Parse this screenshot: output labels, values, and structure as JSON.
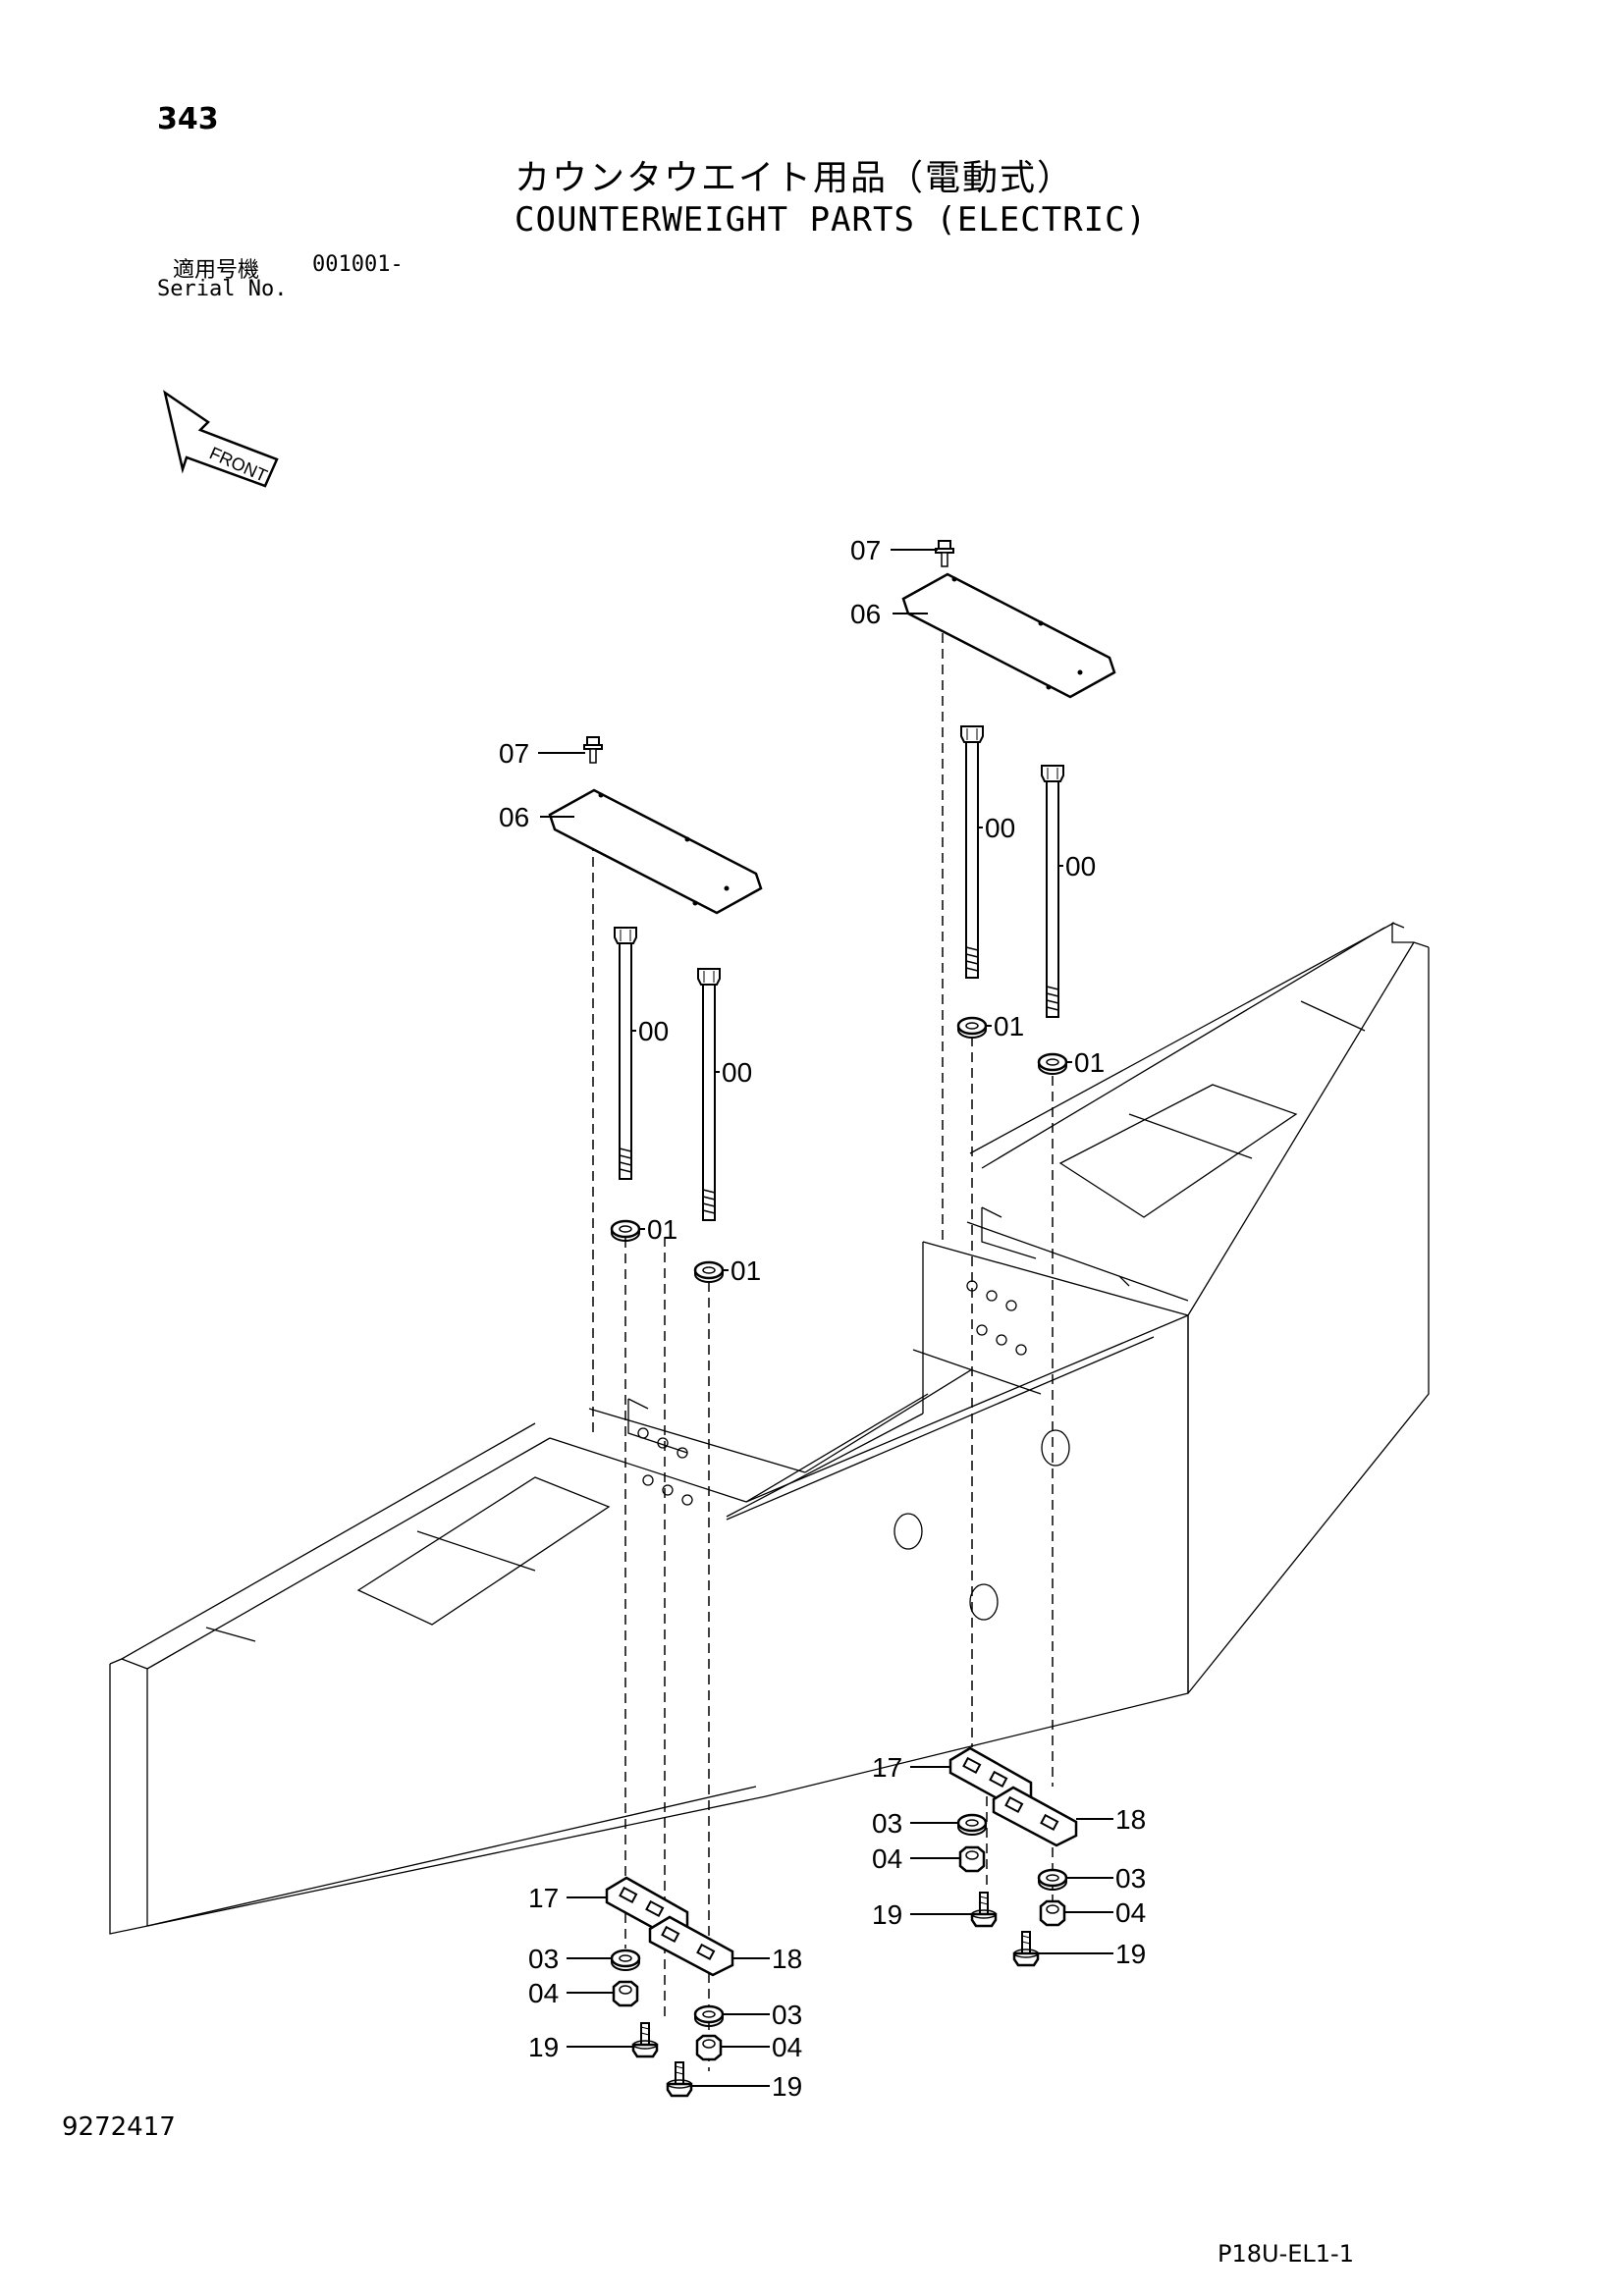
{
  "header": {
    "page_number": "343",
    "title_jp": "カウンタウエイト用品（電動式）",
    "title_en": "COUNTERWEIGHT PARTS (ELECTRIC)",
    "serial_label_jp": "適用号機",
    "serial_value": "001001-",
    "serial_label_en": "Serial No."
  },
  "front_indicator": {
    "text": "FRONT",
    "icon": "front-arrow-icon"
  },
  "parts": {
    "p00": "00",
    "p01": "01",
    "p03": "03",
    "p04": "04",
    "p06": "06",
    "p07": "07",
    "p17": "17",
    "p18": "18",
    "p19": "19"
  },
  "footer": {
    "drawing_number": "9272417",
    "page_code": "P18U-EL1-1"
  }
}
